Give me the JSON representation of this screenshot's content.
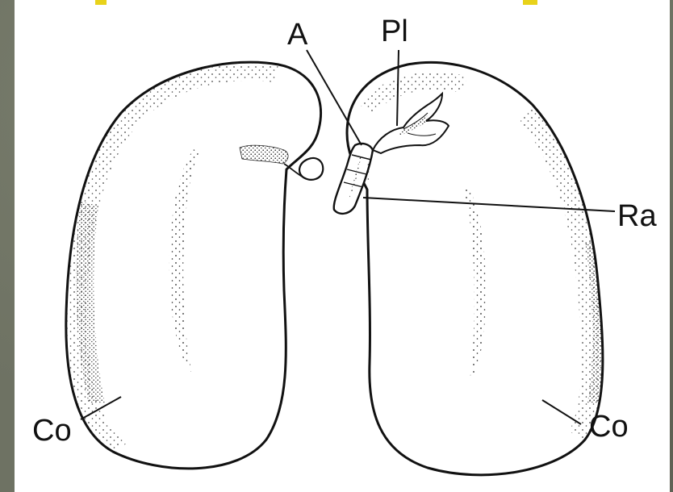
{
  "labels": {
    "A": "A",
    "Pl": "Pl",
    "Ra": "Ra",
    "Co_left": "Co",
    "Co_right": "Co"
  },
  "colors": {
    "background": "#6e7263",
    "panel": "#ffffff",
    "ink": "#111111",
    "accent": "#e8d21a"
  }
}
